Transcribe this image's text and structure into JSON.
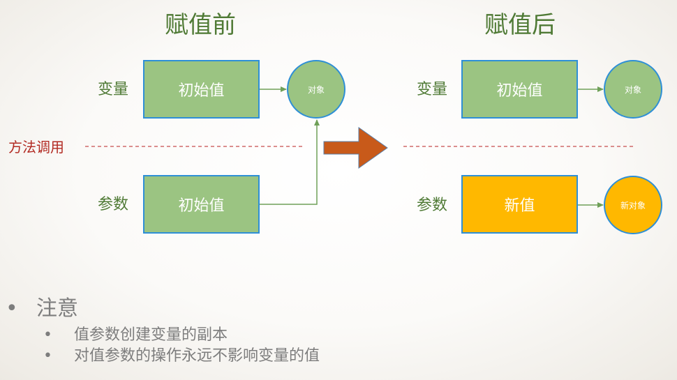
{
  "titles": {
    "before": "赋值前",
    "after": "赋值后"
  },
  "left": {
    "var_label": "变量",
    "param_label": "参数",
    "var_box": "初始值",
    "param_box": "初始值",
    "object": "对象"
  },
  "right": {
    "var_label": "变量",
    "param_label": "参数",
    "var_box": "初始值",
    "param_box": "新值",
    "object": "对象",
    "new_object": "新对象"
  },
  "method_call_label": "方法调用",
  "notes": {
    "heading": "注意",
    "items": [
      "值参数创建变量的副本",
      "对值参数的操作永远不影响变量的值"
    ]
  },
  "colors": {
    "green_fill": "#9bc482",
    "orange_fill": "#ffb800",
    "border_blue": "#2e8fd6",
    "arrow_green": "#6fa058",
    "transition_arrow": "#c85a1a",
    "dashed_red": "#d06a6a"
  },
  "icons": {
    "transition": "right-arrow-icon"
  }
}
